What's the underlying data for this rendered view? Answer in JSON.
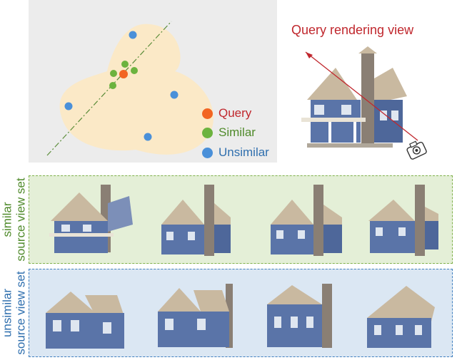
{
  "legend": {
    "query_label": "Query",
    "similar_label": "Similar",
    "unsimilar_label": "Unsimilar"
  },
  "query_view_label": "Query rendering view",
  "similar_set_label": [
    "similar",
    "source view set"
  ],
  "unsimilar_set_label": [
    "unsimilar",
    "source view set"
  ],
  "colors": {
    "query": "#f26522",
    "similar": "#6cb33f",
    "unsimilar": "#4a90d9",
    "query_text": "#c0272d",
    "similar_text": "#4f8a2a",
    "unsimilar_text": "#2f6fae",
    "blob_fill": "#fbe9c7",
    "similar_bg": "#e4efd7",
    "unsimilar_bg": "#dbe7f3",
    "house_blue": "#5a74a8",
    "roof_tan": "#c9b9a0",
    "chimney_stone": "#8a7f74"
  },
  "icons": [
    "camera-icon",
    "house-illustration"
  ],
  "similar_views_count": 4,
  "unsimilar_views_count": 4
}
